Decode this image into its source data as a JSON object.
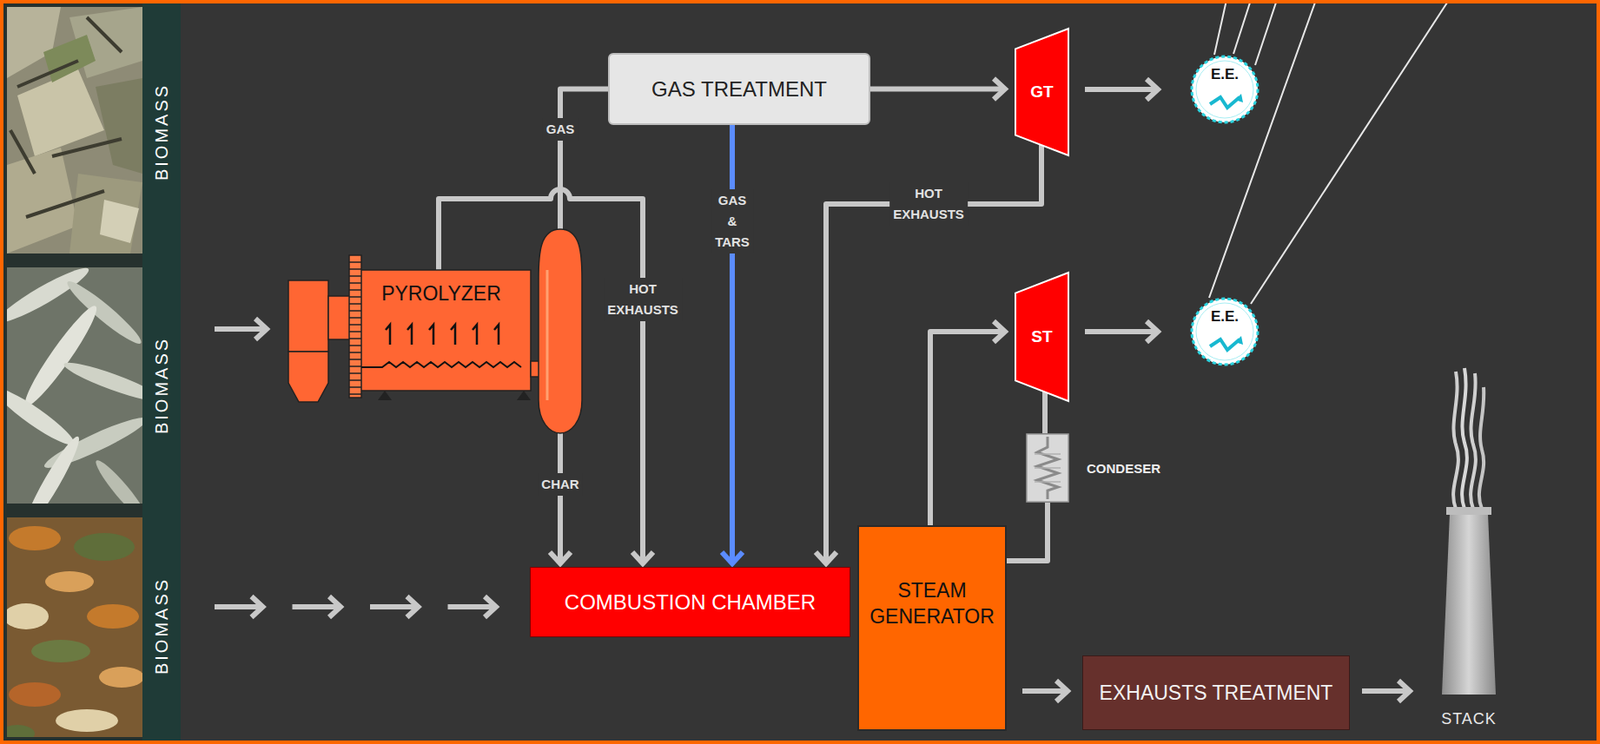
{
  "diagram": {
    "nodes": [
      {
        "text": [
          "BIOMASS"
        ]
      },
      {
        "text": [
          "GAS TREATMENT"
        ]
      },
      {
        "text": [
          "GT"
        ]
      },
      {
        "text": [
          "E.E."
        ]
      },
      {
        "text": [
          "BIOMASS"
        ]
      },
      {
        "text": [
          "PYROLYZER"
        ]
      },
      {
        "text": [
          "ST"
        ]
      },
      {
        "text": [
          "E.E."
        ]
      },
      {
        "text": [
          "CONDESER"
        ]
      },
      {
        "text": [
          "BIOMASS"
        ]
      },
      {
        "text": [
          "COMBUSTION CHAMBER"
        ]
      },
      {
        "text": [
          "STEAM GENERATOR"
        ]
      },
      {
        "text": [
          "EXHAUSTS TREATMENT"
        ]
      },
      {
        "text": [
          "STACK"
        ]
      }
    ],
    "edges": [
      {
        "from": 4,
        "to": 5,
        "arrow": "to"
      },
      {
        "from": 5,
        "to": 1,
        "arrow": "none",
        "label": "GAS"
      },
      {
        "from": 5,
        "to": 10,
        "arrow": "to",
        "label": "CHAR"
      },
      {
        "from": 5,
        "to": 10,
        "arrow": "to",
        "label": "HOT EXHAUSTS"
      },
      {
        "from": 1,
        "to": 2,
        "arrow": "to"
      },
      {
        "from": 1,
        "to": 10,
        "arrow": "to",
        "label": "GAS & TARS"
      },
      {
        "from": 2,
        "to": 3,
        "arrow": "to"
      },
      {
        "from": 2,
        "to": 10,
        "arrow": "to",
        "label": "HOT EXHAUSTS"
      },
      {
        "from": 11,
        "to": 6,
        "arrow": "to"
      },
      {
        "from": 6,
        "to": 7,
        "arrow": "to"
      },
      {
        "from": 6,
        "to": 8,
        "arrow": "none"
      },
      {
        "from": 8,
        "to": 11,
        "arrow": "none"
      },
      {
        "from": 9,
        "to": 10,
        "arrow": "to"
      },
      {
        "from": 11,
        "to": 12,
        "arrow": "to"
      },
      {
        "from": 12,
        "to": 13,
        "arrow": "to"
      }
    ]
  }
}
